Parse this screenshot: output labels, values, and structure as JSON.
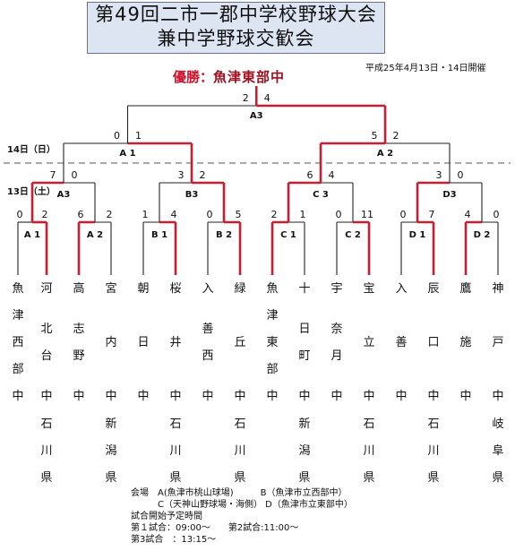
{
  "title": {
    "line1": "第49回二市一郡中学校野球大会",
    "line2": "兼中学野球交歓会"
  },
  "winner": {
    "label": "優勝：",
    "name": "魚津東部中"
  },
  "held_date": "平成25年4月13日・14日開催",
  "rounds": {
    "day2": "14日（日）",
    "day1": "13日（土）"
  },
  "colors": {
    "winner_path": "#c81e32",
    "line": "#222222",
    "title_bg": "#dde5f3"
  },
  "teams": [
    [
      "魚",
      "津",
      "西",
      "部",
      "中"
    ],
    [
      "河",
      "北",
      "台",
      "中",
      "石",
      "川",
      "県"
    ],
    [
      "高",
      "志",
      "野",
      "中"
    ],
    [
      "宮",
      "内",
      "中",
      "新",
      "潟",
      "県"
    ],
    [
      "朝",
      "日",
      "中"
    ],
    [
      "桜",
      "井",
      "中",
      "石",
      "川",
      "県"
    ],
    [
      "入",
      "善",
      "西",
      "中"
    ],
    [
      "緑",
      "丘",
      "中",
      "石",
      "川",
      "県"
    ],
    [
      "魚",
      "津",
      "東",
      "部",
      "中"
    ],
    [
      "十",
      "日",
      "町",
      "中",
      "新",
      "潟",
      "県"
    ],
    [
      "宇",
      "奈",
      "月",
      "中"
    ],
    [
      "宝",
      "立",
      "中",
      "石",
      "川",
      "県"
    ],
    [
      "入",
      "善",
      "中"
    ],
    [
      "辰",
      "口",
      "中",
      "石",
      "川",
      "県"
    ],
    [
      "鷹",
      "施",
      "中"
    ],
    [
      "神",
      "戸",
      "中",
      "岐",
      "阜",
      "県"
    ]
  ],
  "matches": [
    {
      "id": "A1-r1",
      "label": "A 1",
      "score_left": "0",
      "score_right": "2"
    },
    {
      "id": "A2-r1",
      "label": "A 2",
      "score_left": "6",
      "score_right": "2"
    },
    {
      "id": "B1-r1",
      "label": "B 1",
      "score_left": "1",
      "score_right": "4"
    },
    {
      "id": "B2-r1",
      "label": "B 2",
      "score_left": "0",
      "score_right": "5"
    },
    {
      "id": "C1-r1",
      "label": "C 1",
      "score_left": "2",
      "score_right": "1"
    },
    {
      "id": "C2-r1",
      "label": "C 2",
      "score_left": "0",
      "score_right": "11"
    },
    {
      "id": "D1-r1",
      "label": "D 1",
      "score_left": "0",
      "score_right": "7"
    },
    {
      "id": "D2-r1",
      "label": "D 2",
      "score_left": "4",
      "score_right": "0"
    },
    {
      "id": "A3-r2",
      "label": "A3",
      "score_left": "7",
      "score_right": "0"
    },
    {
      "id": "B3-r2",
      "label": "B3",
      "score_left": "3",
      "score_right": "2"
    },
    {
      "id": "C3-r2",
      "label": "C 3",
      "score_left": "6",
      "score_right": "4"
    },
    {
      "id": "D3-r2",
      "label": "D3",
      "score_left": "3",
      "score_right": "0"
    },
    {
      "id": "A1-r3",
      "label": "A 1",
      "score_left": "0",
      "score_right": "1"
    },
    {
      "id": "A2-r3",
      "label": "A 2",
      "score_left": "5",
      "score_right": "2"
    },
    {
      "id": "A3-final",
      "label": "A3",
      "score_left": "2",
      "score_right": "4"
    }
  ],
  "notes": {
    "venue_line1": "会場　A(魚津市桃山球場)　　　B（魚津市立西部中）",
    "venue_line2": "　　　C（天神山野球場・海側） D（魚津市立東部中）",
    "schedule_title": "試合開始予定時間",
    "schedule_line1": "第１試合：09:00～　　第2試合:11:00～",
    "schedule_line2": "第3試合　：13:15～"
  }
}
